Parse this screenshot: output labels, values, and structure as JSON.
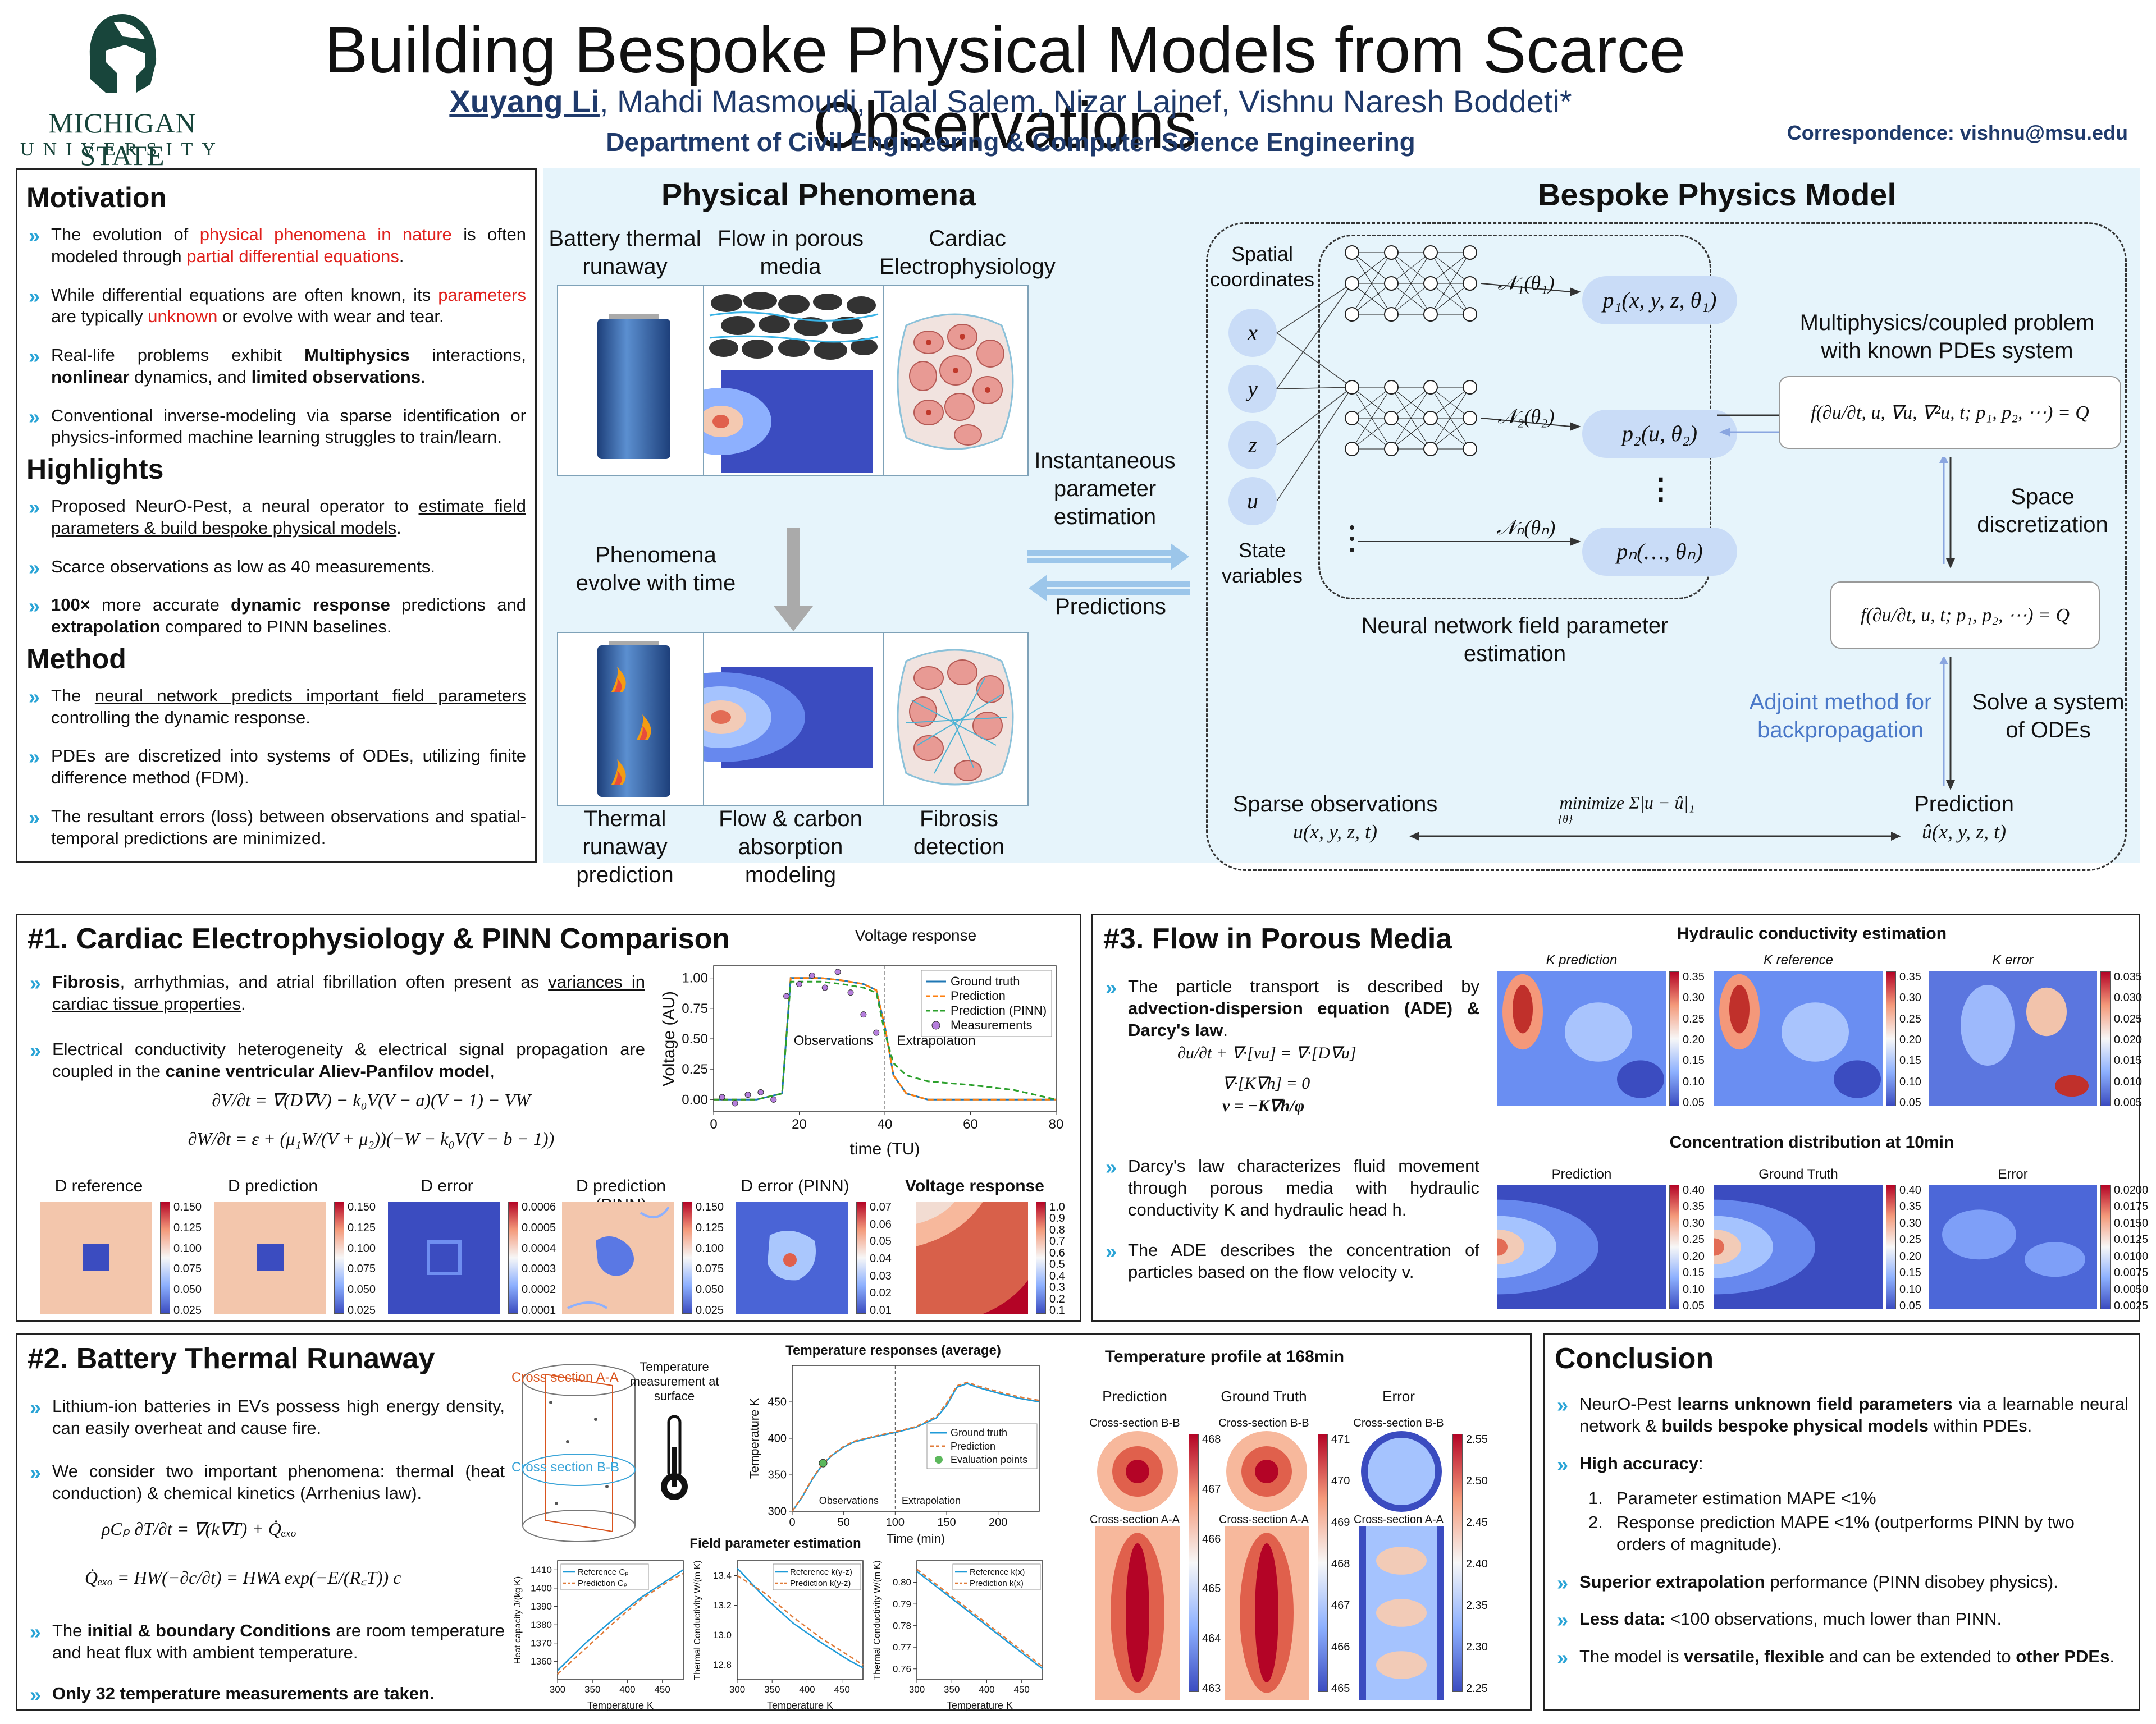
{
  "header": {
    "title": "Building Bespoke Physical Models from Scarce Observations",
    "first_author": "Xuyang Li",
    "other_authors": ", Mahdi Masmoudi, Talal Salem, Nizar Lajnef, Vishnu Naresh Boddeti*",
    "department": "Department of Civil Engineering & Computer Science Engineering",
    "correspondence": "Correspondence: vishnu@msu.edu",
    "logo_line1": "MICHIGAN STATE",
    "logo_line2": "UNIVERSITY",
    "brand_color": "#18453b"
  },
  "motivation": {
    "title": "Motivation",
    "b1_a": "The evolution of ",
    "b1_red1": "physical phenomena in nature",
    "b1_b": " is often modeled through ",
    "b1_red2": "partial differential equations",
    "b1_c": ".",
    "b2_a": "While differential equations are often known, its ",
    "b2_red1": "parameters",
    "b2_b": " are typically ",
    "b2_red2": "unknown",
    "b2_c": " or evolve with wear and tear.",
    "b3_a": "Real-life problems exhibit ",
    "b3_b1": "Multiphysics",
    "b3_c": " interactions, ",
    "b3_b2": "nonlinear",
    "b3_d": " dynamics, and ",
    "b3_b3": "limited observations",
    "b3_e": ".",
    "b4": "Conventional inverse-modeling via sparse identification or physics-informed machine learning struggles to train/learn."
  },
  "highlights": {
    "title": "Highlights",
    "b1_a": "Proposed NeurO-Pest, a neural operator to ",
    "b1_u": "estimate field parameters & build bespoke physical models",
    "b1_b": ".",
    "b2": "Scarce observations as low as 40 measurements.",
    "b3_b1": "100×",
    "b3_a": " more accurate ",
    "b3_b2": "dynamic response",
    "b3_c": " predictions and ",
    "b3_b3": "extrapolation",
    "b3_d": " compared to PINN baselines."
  },
  "method": {
    "title": "Method",
    "b1_a": "The ",
    "b1_u": "neural network predicts important field parameters",
    "b1_b": " controlling the dynamic response.",
    "b2": "PDEs are discretized into systems of ODEs, utilizing finite difference method (FDM).",
    "b3": "The resultant errors (loss) between observations and spatial-temporal predictions are minimized."
  },
  "overview": {
    "left_title": "Physical Phenomena",
    "right_title": "Bespoke Physics Model",
    "col1": "Battery thermal runaway",
    "col2": "Flow in porous media",
    "col3": "Cardiac Electrophysiology",
    "evolve": "Phenomena evolve with time",
    "bot1": "Thermal runaway prediction",
    "bot2": "Flow & carbon absorption modeling",
    "bot3": "Fibrosis detection",
    "inst": "Instantaneous parameter estimation",
    "pred": "Predictions",
    "spatial": "Spatial coordinates",
    "state": "State variables",
    "in_x": "x",
    "in_y": "y",
    "in_z": "z",
    "in_u": "u",
    "n1": "𝒩₁(θ₁)",
    "n2": "𝒩₂(θ₂)",
    "nn": "𝒩ₙ(θₙ)",
    "p1": "p₁(x, y, z, θ₁)",
    "p2": "p₂(u, θ₂)",
    "pn": "pₙ(…, θₙ)",
    "dots": "⋮",
    "nn_caption": "Neural network field parameter estimation",
    "multi": "Multiphysics/coupled problem with known PDEs system",
    "eq_full": "f(∂u/∂t, u, ∇u, ∇²u, t; p₁, p₂, ⋯) = Q",
    "space_disc": "Space discretization",
    "eq_disc": "f(∂u/∂t, u, t; p₁, p₂, ⋯) = Q",
    "adjoint": "Adjoint method for backpropagation",
    "solve": "Solve a system of ODEs",
    "sparse": "Sparse observations",
    "sparse_sym": "u(x, y, z, t)",
    "minimize": "minimize Σ|u − û|₁",
    "minimize_sub": "{θ}",
    "prediction": "Prediction",
    "prediction_sym": "û(x, y, z, t)",
    "accent": "#4a78c8"
  },
  "sec1": {
    "title": "#1. Cardiac Electrophysiology & PINN Comparison",
    "b1_b": "Fibrosis",
    "b1_a": ", arrhythmias, and atrial fibrillation often present as ",
    "b1_u": "variances in cardiac tissue properties",
    "b1_c": ".",
    "b2_a": "Electrical conductivity heterogeneity & electrical signal propagation are coupled in the ",
    "b2_b": "canine ventricular Aliev-Panfilov model",
    "b2_c": ",",
    "eq1": "∂V/∂t = ∇(D∇V) − k₀V(V − a)(V − 1) − VW",
    "eq2": "∂W/∂t = ε + (μ₁W/(V + μ₂))(−W − k₀V(V − b − 1))",
    "plot_title": "Voltage response",
    "ylabel": "Voltage (AU)",
    "xlabel": "time (TU)",
    "obs": "Observations",
    "extra": "Extrapolation",
    "fields": [
      "D reference",
      "D prediction",
      "D error",
      "D prediction (PINN)",
      "D error (PINN)",
      "Voltage response"
    ],
    "cb_a": [
      "0.150",
      "0.125",
      "0.100",
      "0.075",
      "0.050",
      "0.025"
    ],
    "cb_err": [
      "0.0006",
      "0.0005",
      "0.0004",
      "0.0003",
      "0.0002",
      "0.0001"
    ],
    "cb_perr": [
      "0.07",
      "0.06",
      "0.05",
      "0.04",
      "0.03",
      "0.02",
      "0.01"
    ],
    "cb_v": [
      "1.0",
      "0.9",
      "0.8",
      "0.7",
      "0.6",
      "0.5",
      "0.4",
      "0.3",
      "0.2",
      "0.1"
    ]
  },
  "sec3": {
    "title": "#3. Flow in Porous Media",
    "b1_a": "The particle transport is described by ",
    "b1_b": "advection-dispersion equation (ADE) & Darcy's law",
    "b1_c": ".",
    "eq1": "∂u/∂t + ∇·[vu] = ∇·[D∇u]",
    "eq2": "∇·[K∇h] = 0",
    "eq3": "v = −K∇h/φ",
    "b2": "Darcy's law characterizes fluid movement through porous media with hydraulic conductivity K and hydraulic head h.",
    "b3": "The ADE describes the concentration of particles based on the flow velocity v.",
    "hyd_title": "Hydraulic conductivity estimation",
    "hyd_labels": [
      "K prediction",
      "K reference",
      "K error"
    ],
    "hyd_cb": [
      "0.35",
      "0.30",
      "0.25",
      "0.20",
      "0.15",
      "0.10",
      "0.05"
    ],
    "hyd_err_cb": [
      "0.035",
      "0.030",
      "0.025",
      "0.020",
      "0.015",
      "0.010",
      "0.005"
    ],
    "conc_title": "Concentration distribution at 10min",
    "conc_labels": [
      "Prediction",
      "Ground Truth",
      "Error"
    ],
    "conc_cb": [
      "0.40",
      "0.35",
      "0.30",
      "0.25",
      "0.20",
      "0.15",
      "0.10",
      "0.05"
    ],
    "conc_err_cb": [
      "0.0200",
      "0.0175",
      "0.0150",
      "0.0125",
      "0.0100",
      "0.0075",
      "0.0050",
      "0.0025"
    ]
  },
  "sec2": {
    "title": "#2. Battery Thermal Runaway",
    "b1": "Lithium-ion batteries in EVs possess high energy density, can easily overheat and cause fire.",
    "b2": "We consider two important phenomena: thermal (heat conduction) & chemical kinetics (Arrhenius law).",
    "eq1": "ρCₚ ∂T/∂t = ∇(k∇T) + Q̇ₑₓₒ",
    "eq2": "Q̇ₑₓₒ = HW(−∂c/∂t) = HWA exp(−E/(R꜀T)) c",
    "b3_a": "The ",
    "b3_b": "initial & boundary Conditions",
    "b3_c": " are room temperature and heat flux with ambient temperature.",
    "b4": "Only 32 temperature measurements are taken.",
    "secAA": "Cross section A-A",
    "secBB": "Cross section B-B",
    "temp_meas": "Temperature measurement at surface",
    "tr_title": "Temperature responses (average)",
    "tr_ylabel": "Temperature K",
    "tr_xlabel": "Time (min)",
    "tr_legend": [
      "Ground truth",
      "Prediction",
      "Evaluation points"
    ],
    "tr_obs": "Observations",
    "tr_ext": "Extrapolation",
    "fp_title": "Field parameter estimation",
    "fp_ylabels": [
      "Heat capacity J/(kg K)",
      "Thermal Conductivity W/(m K)",
      "Thermal Conductivity W/(m K)"
    ],
    "fp_xlabel": "Temperature K",
    "fp_leg": [
      [
        "Reference Cₚ",
        "Prediction Cₚ"
      ],
      [
        "Reference k(y-z)",
        "Prediction k(y-z)"
      ],
      [
        "Reference k(x)",
        "Prediction k(x)"
      ]
    ],
    "tp_title": "Temperature profile at 168min",
    "tp_labels": [
      "Prediction",
      "Ground Truth",
      "Error"
    ],
    "tp_bb": "Cross-section B-B",
    "tp_aa": "Cross-section A-A",
    "tp_cb1": [
      "468",
      "467",
      "466",
      "465",
      "464",
      "463"
    ],
    "tp_cb2": [
      "471",
      "470",
      "469",
      "468",
      "467",
      "466",
      "465"
    ],
    "tp_cb3": [
      "2.55",
      "2.50",
      "2.45",
      "2.40",
      "2.35",
      "2.30",
      "2.25"
    ]
  },
  "conclusion": {
    "title": "Conclusion",
    "b1_a": "NeurO-Pest ",
    "b1_b": "learns unknown field parameters",
    "b1_c": " via a learnable neural network & ",
    "b1_d": "builds bespoke physical models",
    "b1_e": " within PDEs.",
    "b2_b": "High accuracy",
    "b2_c": ":",
    "n1": "Parameter estimation MAPE <1%",
    "n2": "Response prediction MAPE <1% (outperforms PINN by two orders of magnitude).",
    "b3_b": "Superior extrapolation",
    "b3_c": " performance (PINN disobey physics).",
    "b4_b": "Less data:",
    "b4_c": " <100 observations, much lower than PINN.",
    "b5_a": "The model is ",
    "b5_b": "versatile, flexible",
    "b5_c": " and can be extended to ",
    "b5_d": "other PDEs",
    "b5_e": "."
  },
  "chart_data": [
    {
      "type": "line",
      "title": "Voltage response",
      "xlabel": "time (TU)",
      "ylabel": "Voltage (AU)",
      "xlim": [
        0,
        80
      ],
      "ylim": [
        -0.1,
        1.1
      ],
      "xticks": [
        0,
        20,
        40,
        60,
        80
      ],
      "yticks": [
        0.0,
        0.25,
        0.5,
        0.75,
        1.0
      ],
      "legend": "top-right",
      "series": [
        {
          "name": "Ground truth",
          "x": [
            0,
            10,
            16,
            18,
            25,
            30,
            35,
            38,
            40,
            42,
            45,
            50,
            60,
            70,
            80
          ],
          "y": [
            0,
            0,
            0.05,
            1.0,
            1.0,
            0.98,
            0.95,
            0.9,
            0.6,
            0.2,
            0.05,
            0,
            0,
            0,
            0
          ]
        },
        {
          "name": "Prediction",
          "x": [
            0,
            10,
            16,
            18,
            25,
            30,
            35,
            38,
            40,
            42,
            45,
            50,
            60,
            70,
            80
          ],
          "y": [
            0,
            0,
            0.05,
            1.0,
            1.0,
            0.98,
            0.95,
            0.9,
            0.6,
            0.2,
            0.05,
            0,
            0,
            0,
            0
          ]
        },
        {
          "name": "Prediction (PINN)",
          "x": [
            0,
            10,
            16,
            18,
            25,
            30,
            35,
            38,
            40,
            42,
            45,
            50,
            60,
            70,
            80
          ],
          "y": [
            0,
            0,
            0.05,
            0.97,
            0.97,
            0.95,
            0.92,
            0.88,
            0.55,
            0.3,
            0.2,
            0.15,
            0.12,
            0.08,
            0.0
          ]
        },
        {
          "name": "Measurements",
          "x": [
            2,
            5,
            8,
            11,
            14,
            17,
            20,
            23,
            26,
            29,
            32,
            35,
            38
          ],
          "y": [
            0.02,
            -0.03,
            0.04,
            0.06,
            0.0,
            0.85,
            0.95,
            1.02,
            0.92,
            1.05,
            0.88,
            0.7,
            0.55
          ]
        }
      ],
      "annotations": [
        "Observations",
        "Extrapolation"
      ],
      "split_x": 40
    },
    {
      "type": "line",
      "title": "Temperature responses (average)",
      "xlabel": "Time (min)",
      "ylabel": "Temperature K",
      "xlim": [
        0,
        240
      ],
      "ylim": [
        300,
        500
      ],
      "xticks": [
        0,
        50,
        100,
        150,
        200
      ],
      "yticks": [
        300,
        350,
        400,
        450
      ],
      "legend": "bottom-right",
      "series": [
        {
          "name": "Ground truth",
          "x": [
            0,
            10,
            20,
            30,
            40,
            50,
            60,
            80,
            100,
            120,
            140,
            150,
            160,
            170,
            180,
            200,
            220,
            240
          ],
          "y": [
            300,
            320,
            345,
            365,
            378,
            388,
            395,
            402,
            408,
            415,
            428,
            445,
            470,
            475,
            470,
            462,
            455,
            450
          ]
        },
        {
          "name": "Prediction",
          "x": [
            0,
            10,
            20,
            30,
            40,
            50,
            60,
            80,
            100,
            120,
            140,
            150,
            160,
            170,
            180,
            200,
            220,
            240
          ],
          "y": [
            300,
            321,
            346,
            366,
            379,
            389,
            396,
            403,
            409,
            416,
            430,
            448,
            472,
            477,
            472,
            464,
            457,
            452
          ]
        },
        {
          "name": "Evaluation points",
          "x": [
            30
          ],
          "y": [
            366
          ]
        }
      ],
      "annotations": [
        "Observations",
        "Extrapolation"
      ],
      "split_x": 100
    },
    {
      "type": "line",
      "title": "Field parameter estimation",
      "xlabel": "Temperature K",
      "ylabel": "Heat capacity J/(kg K)",
      "xlim": [
        300,
        480
      ],
      "ylim": [
        1350,
        1415
      ],
      "xticks": [
        300,
        350,
        400,
        450
      ],
      "yticks": [
        1360,
        1370,
        1380,
        1390,
        1400,
        1410
      ],
      "series": [
        {
          "name": "Reference Cₚ",
          "x": [
            300,
            340,
            380,
            420,
            460,
            480
          ],
          "y": [
            1355,
            1370,
            1383,
            1395,
            1405,
            1410
          ]
        },
        {
          "name": "Prediction Cₚ",
          "x": [
            300,
            340,
            380,
            420,
            460,
            480
          ],
          "y": [
            1353,
            1367,
            1381,
            1394,
            1404,
            1408
          ]
        }
      ]
    },
    {
      "type": "line",
      "xlabel": "Temperature K",
      "ylabel": "Thermal Conductivity W/(m K)",
      "xlim": [
        300,
        480
      ],
      "ylim": [
        12.7,
        13.5
      ],
      "xticks": [
        300,
        350,
        400,
        450
      ],
      "yticks": [
        12.8,
        13.0,
        13.2,
        13.4
      ],
      "series": [
        {
          "name": "Reference k(y-z)",
          "x": [
            300,
            340,
            380,
            420,
            460,
            480
          ],
          "y": [
            13.45,
            13.25,
            13.08,
            12.95,
            12.83,
            12.78
          ]
        },
        {
          "name": "Prediction k(y-z)",
          "x": [
            300,
            340,
            380,
            420,
            460,
            480
          ],
          "y": [
            13.4,
            13.28,
            13.12,
            12.98,
            12.86,
            12.8
          ]
        }
      ]
    },
    {
      "type": "line",
      "xlabel": "Temperature K",
      "ylabel": "Thermal Conductivity W/(m K)",
      "xlim": [
        300,
        480
      ],
      "ylim": [
        0.755,
        0.81
      ],
      "xticks": [
        300,
        350,
        400,
        450
      ],
      "yticks": [
        0.76,
        0.77,
        0.78,
        0.79,
        0.8
      ],
      "series": [
        {
          "name": "Reference k(x)",
          "x": [
            300,
            340,
            380,
            420,
            460,
            480
          ],
          "y": [
            0.805,
            0.795,
            0.785,
            0.775,
            0.765,
            0.76
          ]
        },
        {
          "name": "Prediction k(x)",
          "x": [
            300,
            340,
            380,
            420,
            460,
            480
          ],
          "y": [
            0.806,
            0.796,
            0.786,
            0.776,
            0.766,
            0.761
          ]
        }
      ]
    }
  ]
}
